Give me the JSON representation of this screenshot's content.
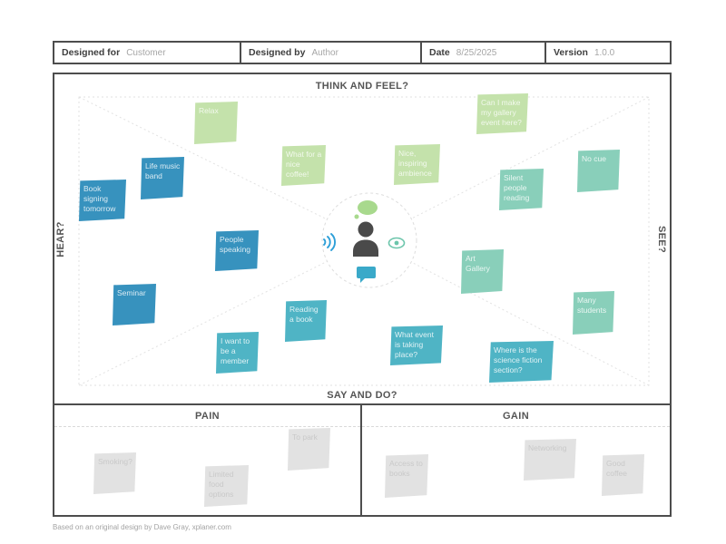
{
  "header": {
    "fields": [
      {
        "label": "Designed for",
        "value": "Customer"
      },
      {
        "label": "Designed by",
        "value": "Author"
      },
      {
        "label": "Date",
        "value": "8/25/2025"
      },
      {
        "label": "Version",
        "value": "1.0.0"
      }
    ]
  },
  "canvas": {
    "labels": {
      "top": "THINK AND FEEL?",
      "bottom": "SAY AND DO?",
      "left": "HEAR?",
      "right": "SEE?"
    },
    "center_icons": [
      "think-bubble-icon",
      "person-icon",
      "hear-waves-icon",
      "see-eye-icon",
      "say-bubble-icon"
    ],
    "notes": [
      {
        "text": "Book signing tomorrow",
        "color": "blue"
      },
      {
        "text": "Life music band",
        "color": "blue"
      },
      {
        "text": "People speaking",
        "color": "blue"
      },
      {
        "text": "Seminar",
        "color": "blue"
      },
      {
        "text": "Relax",
        "color": "green"
      },
      {
        "text": "What for a nice coffee!",
        "color": "green"
      },
      {
        "text": "Nice, inspiring ambience",
        "color": "green"
      },
      {
        "text": "Can I make my gallery event here?",
        "color": "green"
      },
      {
        "text": "Silent people reading",
        "color": "seafoam"
      },
      {
        "text": "No cue",
        "color": "seafoam"
      },
      {
        "text": "Art Gallery",
        "color": "seafoam"
      },
      {
        "text": "Many students",
        "color": "seafoam"
      },
      {
        "text": "Reading a book",
        "color": "teal"
      },
      {
        "text": "I want to be a member",
        "color": "teal"
      },
      {
        "text": "What event is taking place?",
        "color": "teal"
      },
      {
        "text": "Where is the science fiction section?",
        "color": "teal"
      }
    ]
  },
  "pain": {
    "title": "PAIN",
    "notes": [
      {
        "text": "Smoking?",
        "color": "gray"
      },
      {
        "text": "Limited food options",
        "color": "gray"
      },
      {
        "text": "To park",
        "color": "gray"
      }
    ]
  },
  "gain": {
    "title": "GAIN",
    "notes": [
      {
        "text": "Access to books",
        "color": "gray"
      },
      {
        "text": "Networking",
        "color": "gray"
      },
      {
        "text": "Good coffee",
        "color": "gray"
      }
    ]
  },
  "footer": {
    "credit": "Based on an original design by Dave Gray, xplaner.com"
  },
  "colors": {
    "note_blue": "#3792be",
    "note_teal": "#4fb4c5",
    "note_seafoam": "#89cfba",
    "note_green": "#c4e2ab",
    "note_gray": "#e2e2e2",
    "border": "#4d4d4d",
    "guide_line": "#e2e2e2",
    "icon_person": "#4a4a4a",
    "icon_think": "#a8d98d",
    "icon_hear": "#2d9fd8",
    "icon_see": "#6cc5ab",
    "icon_say": "#3aa9c9"
  }
}
